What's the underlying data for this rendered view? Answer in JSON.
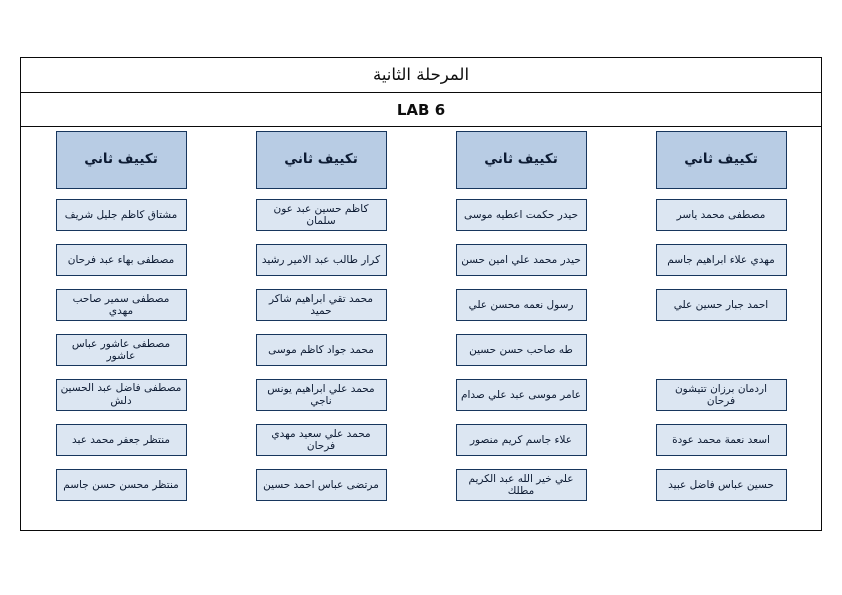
{
  "document": {
    "title": "المرحلة الثانية",
    "lab_label": "LAB 6",
    "page_background": "#ffffff",
    "border_color": "#0a0a0a",
    "cell_border_color": "#17365d",
    "cell_fill": "#dce6f2",
    "header_fill": "#b8cce4"
  },
  "columns": [
    {
      "header": "تكييف ثاني",
      "cells": [
        "مشتاق كاظم جليل شريف",
        "مصطفى بهاء عبد فرحان",
        "مصطفى سمير صاحب مهدي",
        "مصطفى عاشور عباس عاشور",
        "مصطفى فاضل عبد الحسين دلش",
        "منتظر جعفر محمد عبد",
        "منتظر محسن حسن جاسم"
      ]
    },
    {
      "header": "تكييف ثاني",
      "cells": [
        "كاظم حسين عبد عون سلمان",
        "كرار طالب عبد الامير رشيد",
        "محمد تقي ابراهيم شاكر حميد",
        "محمد جواد كاظم موسى",
        "محمد علي ابراهيم يونس ناجي",
        "محمد علي سعيد مهدي فرحان",
        "مرتضى عباس احمد حسين"
      ]
    },
    {
      "header": "تكييف ثاني",
      "cells": [
        "حيدر حكمت اعطيه موسى",
        "حيدر محمد علي امين حسن",
        "رسول نعمه محسن علي",
        "طه صاحب حسن حسين",
        "عامر موسى عبد علي صدام",
        "علاء جاسم كريم منصور",
        "علي خير الله عبد الكريم مطلك"
      ]
    },
    {
      "header": "تكييف ثاني",
      "cells": [
        "مصطفى محمد ياسر",
        "مهدي علاء ابراهيم جاسم",
        "احمد جبار حسين علي",
        "",
        "اردمان برزان تتيشون فرحان",
        "اسعد نعمة محمد عودة",
        "حسين عباس فاضل عبيد"
      ]
    }
  ]
}
